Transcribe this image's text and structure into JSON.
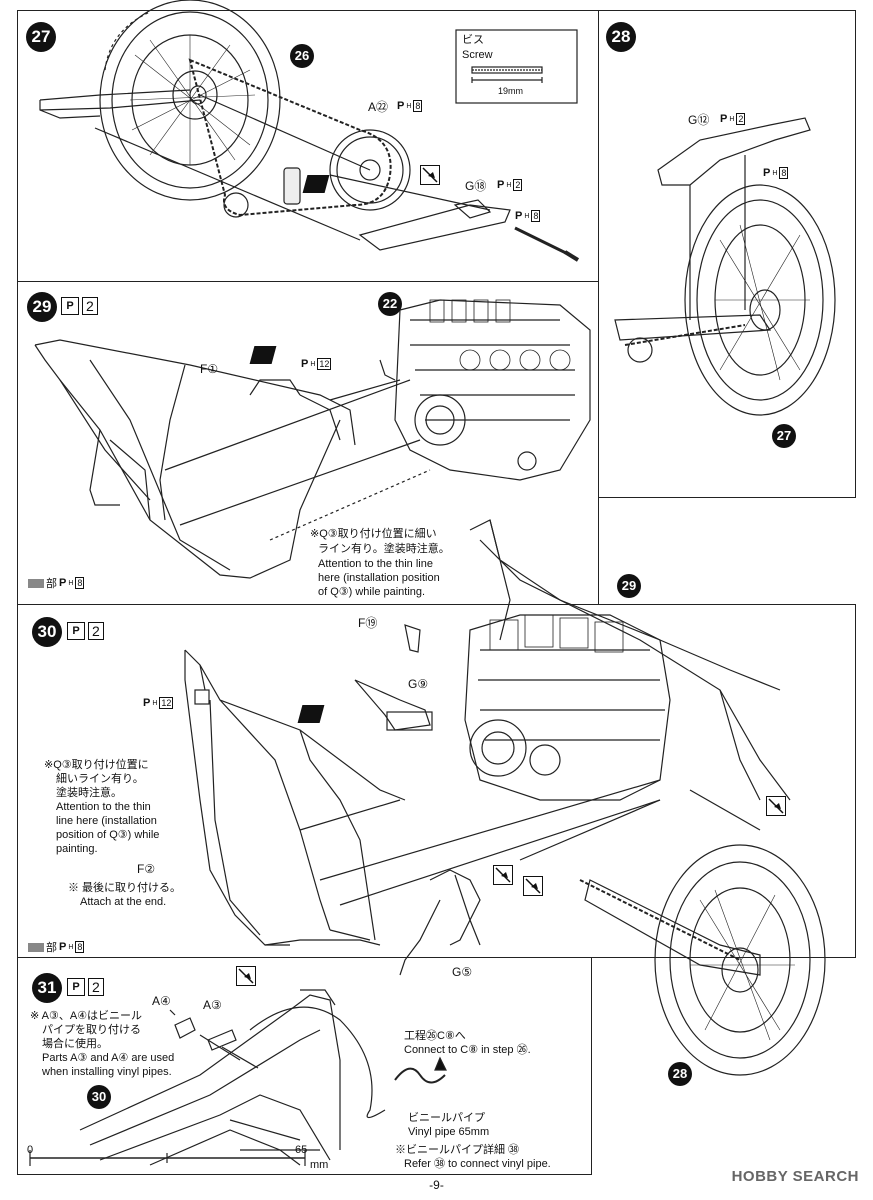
{
  "steps": {
    "s27": {
      "badge": "27",
      "refs": {
        "r26": "26"
      }
    },
    "s28": {
      "badge": "28",
      "refs": {
        "r27": "27"
      }
    },
    "s29": {
      "badge": "29",
      "paint": "2",
      "refs": {
        "r22": "22"
      }
    },
    "s30": {
      "badge": "30",
      "paint": "2",
      "refs": {
        "r29": "29",
        "r28": "28"
      }
    },
    "s31": {
      "badge": "31",
      "paint": "2",
      "refs": {
        "r30": "30"
      }
    }
  },
  "screw_box": {
    "title_jp": "ビス",
    "title_en": "Screw",
    "length": "19mm"
  },
  "parts": {
    "a22": "A㉒",
    "g18": "G⑱",
    "g12": "G⑫",
    "f1": "F①",
    "f19": "F⑲",
    "g9": "G⑨",
    "f2": "F②",
    "g5": "G⑤",
    "a4": "A④",
    "a3": "A③"
  },
  "paint_codes": {
    "a22": "8",
    "g18": "2",
    "g18b": "8",
    "g12": "2",
    "g12b": "8",
    "s29_frame": "12",
    "s29_legend": "8",
    "s30_frame": "12",
    "s30_legend": "8"
  },
  "paint_prefix": "P",
  "paint_sub": "H",
  "legend_label": "部",
  "notes": {
    "s29_q3": {
      "jp1": "※Q③取り付け位置に細い",
      "jp2": "ライン有り。塗装時注意。",
      "en1": "Attention to the thin line",
      "en2": "here (installation position",
      "en3": "of Q③) while painting."
    },
    "s30_q3": {
      "jp1": "※Q③取り付け位置に",
      "jp2": "細いライン有り。",
      "jp3": "塗装時注意。",
      "en1": "Attention to the thin",
      "en2": "line here (installation",
      "en3": "position of Q③) while",
      "en4": "painting."
    },
    "s30_last": {
      "jp": "※ 最後に取り付ける。",
      "en": "Attach at the end."
    },
    "s31_parts": {
      "jp1": "※ A③、A④はビニール",
      "jp2": "パイプを取り付ける",
      "jp3": "場合に使用。",
      "en1": "Parts A③ and A④ are used",
      "en2": "when installing vinyl pipes."
    },
    "s31_connect": {
      "jp": "工程㉖C⑧へ",
      "en": "Connect to C⑧ in step ㉖."
    },
    "s31_pipe": {
      "jp": "ビニールパイプ",
      "en": "Vinyl pipe 65mm"
    },
    "s31_detail": {
      "jp": "※ビニールパイプ詳細 ㊳",
      "en": "Refer ㊳ to connect vinyl pipe."
    }
  },
  "ruler": {
    "zero": "0",
    "mark": "65",
    "unit": "mm"
  },
  "page_number": "-9-",
  "watermark": "HOBBY SEARCH"
}
